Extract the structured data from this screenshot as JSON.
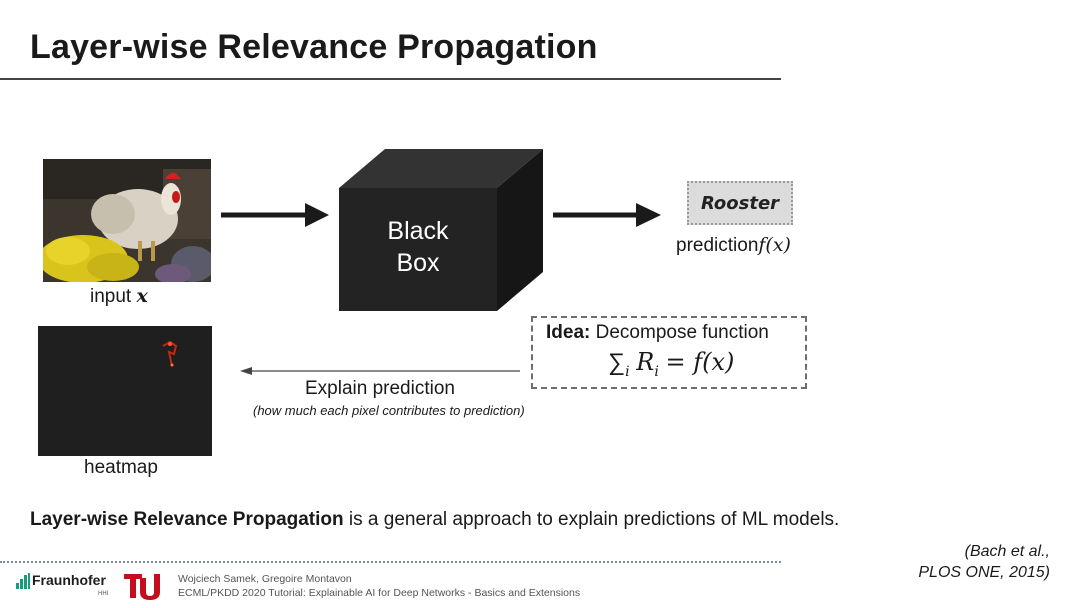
{
  "slide": {
    "title": "Layer-wise Relevance Propagation"
  },
  "diagram": {
    "input_caption": "input",
    "input_symbol": "x",
    "black_box_line1": "Black",
    "black_box_line2": "Box",
    "output_label": "Rooster",
    "prediction_caption": "prediction",
    "prediction_symbol": "f(x)",
    "idea_label": "Idea:",
    "idea_text": "Decompose function",
    "formula_sum": "∑",
    "formula_sub": "i",
    "formula_r": "R",
    "formula_rsub": "i",
    "formula_rhs": "= f(x)",
    "explain_label": "Explain prediction",
    "explain_note": "(how much each pixel contributes to prediction)",
    "heatmap_caption": "heatmap"
  },
  "summary": {
    "bold": "Layer-wise Relevance Propagation",
    "rest": " is a general approach to explain predictions of ML models."
  },
  "citation": {
    "line1": "(Bach et al.,",
    "line2": "PLOS ONE, 2015)"
  },
  "footer": {
    "fraunhofer": "Fraunhofer",
    "fraunhofer_sub": "HHI",
    "authors": "Wojciech Samek, Gregoire Montavon",
    "event": "ECML/PKDD 2020 Tutorial: Explainable AI for Deep Networks - Basics and Extensions"
  },
  "colors": {
    "box_front": "#232323",
    "box_top": "#333333",
    "box_side": "#161616",
    "arrow": "#1a1a1a",
    "heatmap_hotspot": "#e02a10",
    "tu_red": "#c40d1e"
  }
}
